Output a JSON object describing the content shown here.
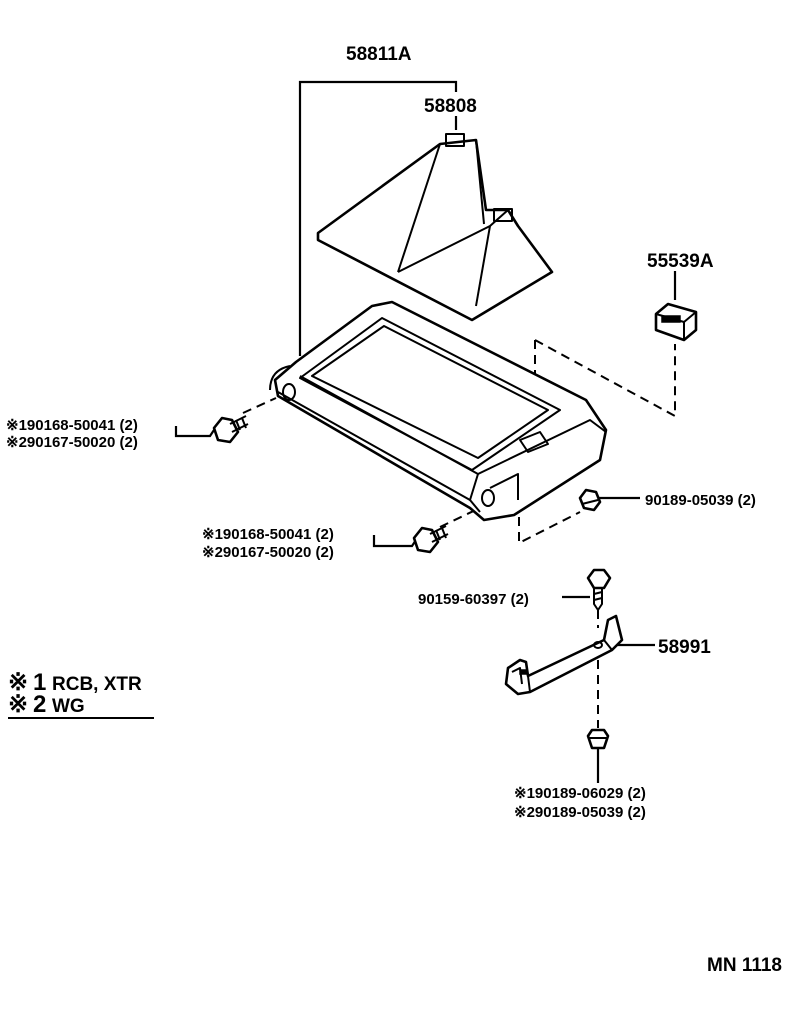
{
  "figure": {
    "code": "MN  1118"
  },
  "parts": {
    "p58811a": "58811A",
    "p58808": "58808",
    "p55539a": "55539A",
    "p58991": "58991",
    "p90189_05039_right": "90189-05039 (2)",
    "p90159_60397": "90159-60397 (2)",
    "screw_upper": {
      "line1": "※190168-50041 (2)",
      "line2": "※290167-50020 (2)"
    },
    "screw_lower": {
      "line1": "※190168-50041 (2)",
      "line2": "※290167-50020 (2)"
    },
    "nut_bottom": {
      "line1": "※190189-06029 (2)",
      "line2": "※290189-05039 (2)"
    }
  },
  "legend": {
    "mark": "※",
    "items": [
      {
        "num": "1",
        "text": "RCB, XTR"
      },
      {
        "num": "2",
        "text": "WG"
      }
    ]
  }
}
